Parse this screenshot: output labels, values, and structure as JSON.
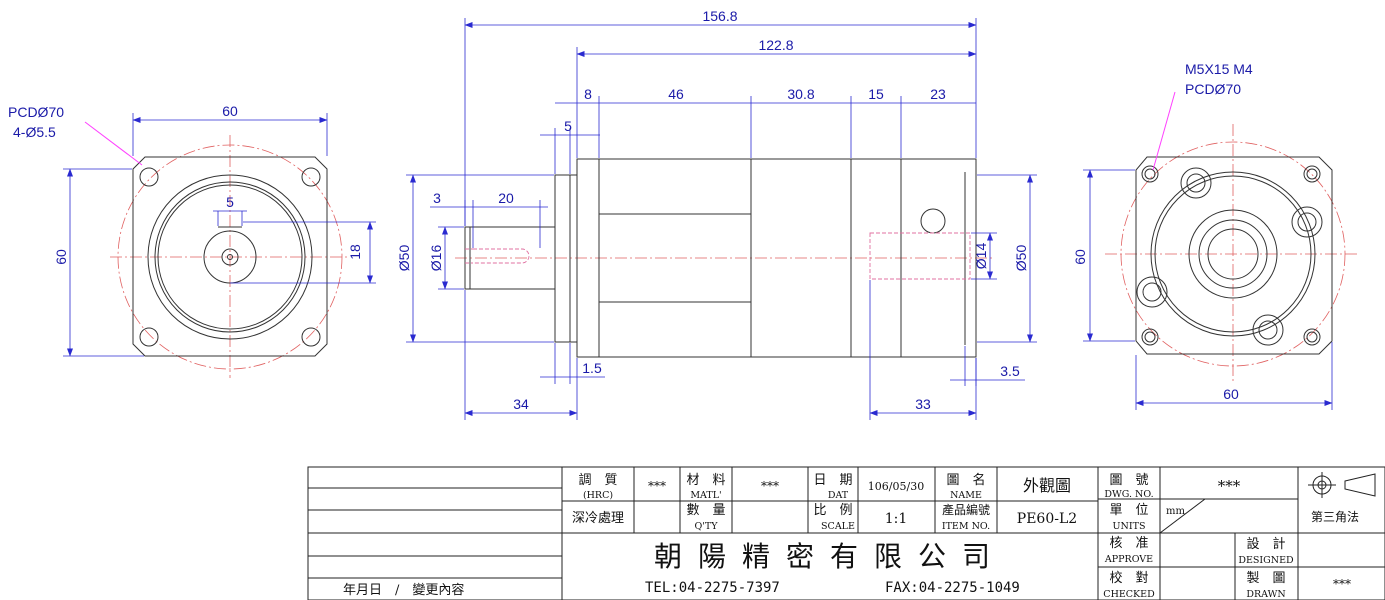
{
  "dimensions": {
    "overall_length": "156.8",
    "body_length": "122.8",
    "flange_thk": "8",
    "seg_46": "46",
    "seg_30_8": "30.8",
    "seg_15": "15",
    "seg_23": "23",
    "spigot_5": "5",
    "shaft_3": "3",
    "key_20": "20",
    "spigot_1_5": "1.5",
    "shaft_34": "34",
    "input_33": "33",
    "input_3_5": "3.5",
    "dia_50_left": "Ø50",
    "dia_16": "Ø16",
    "dia_14": "Ø14",
    "dia_50_right": "Ø50",
    "front_width": "60",
    "front_height": "60",
    "front_key_5": "5",
    "front_key_18": "18",
    "front_pcd": "PCDØ70",
    "front_holes": "4-Ø5.5",
    "rear_tap": "M5X15 M4",
    "rear_pcd": "PCDØ70",
    "rear_height": "60",
    "rear_width": "60"
  },
  "title_block": {
    "hrc_label": "調　質",
    "hrc_sub": "(HRC)",
    "hrc_value": "***",
    "matl_label": "材　料",
    "matl_sub": "MATL'",
    "matl_value": "***",
    "date_label": "日　期",
    "date_sub": "DAT",
    "date_value": "106/05/30",
    "name_label": "圖　名",
    "name_sub": "NAME",
    "name_value": "外觀圖",
    "dwg_label": "圖　號",
    "dwg_sub": "DWG. NO.",
    "dwg_value": "***",
    "treatment": "深冷處理",
    "qty_label": "數　量",
    "qty_sub": "Q'TY",
    "scale_label": "比　例",
    "scale_sub": "SCALE",
    "scale_value": "1:1",
    "item_label": "產品編號",
    "item_sub": "ITEM NO.",
    "item_value": "PE60-L2",
    "units_label": "單　位",
    "units_sub": "UNITS",
    "units_value": "mm",
    "projection": "第三角法",
    "company": "朝陽精密有限公司",
    "tel": "TEL:04-2275-7397",
    "fax": "FAX:04-2275-1049",
    "approve_label": "核　准",
    "approve_sub": "APPROVE",
    "checked_label": "校　對",
    "checked_sub": "CHECKED",
    "designed_label": "設　計",
    "designed_sub": "DESIGNED",
    "drawn_label": "製　圖",
    "drawn_sub": "DRAWN",
    "drawn_value": "***",
    "revision_header": "年月日　/　變更內容"
  }
}
